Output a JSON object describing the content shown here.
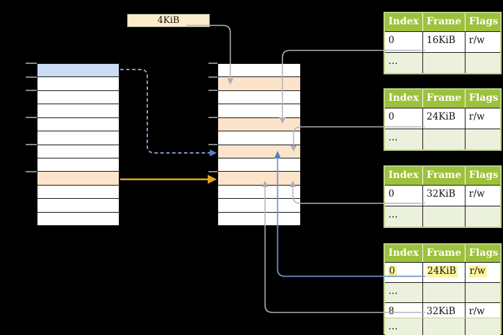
{
  "diagram": {
    "page_size_label": "4KiB",
    "virtual_memory_column": {
      "rows": [
        "blue",
        "white",
        "white",
        "white",
        "white",
        "white",
        "white",
        "white",
        "orange",
        "white",
        "white",
        "white"
      ]
    },
    "physical_memory_column": {
      "rows": [
        "white",
        "orange",
        "white",
        "white",
        "orange",
        "white",
        "orange",
        "white",
        "orange",
        "white",
        "white",
        "white"
      ]
    },
    "page_tables": [
      {
        "headers": [
          "Index",
          "Frame",
          "Flags"
        ],
        "rows": [
          {
            "cells": [
              "0",
              "16KiB",
              "r/w"
            ],
            "variant": "white",
            "highlight": false
          },
          {
            "cells": [
              "…",
              "",
              ""
            ],
            "variant": "green",
            "highlight": false
          }
        ]
      },
      {
        "headers": [
          "Index",
          "Frame",
          "Flags"
        ],
        "rows": [
          {
            "cells": [
              "0",
              "24KiB",
              "r/w"
            ],
            "variant": "white",
            "highlight": false
          },
          {
            "cells": [
              "…",
              "",
              ""
            ],
            "variant": "green",
            "highlight": false
          }
        ]
      },
      {
        "headers": [
          "Index",
          "Frame",
          "Flags"
        ],
        "rows": [
          {
            "cells": [
              "0",
              "32KiB",
              "r/w"
            ],
            "variant": "white",
            "highlight": false
          },
          {
            "cells": [
              "…",
              "",
              ""
            ],
            "variant": "green",
            "highlight": false
          }
        ]
      },
      {
        "headers": [
          "Index",
          "Frame",
          "Flags"
        ],
        "rows": [
          {
            "cells": [
              "0",
              "24KiB",
              "r/w"
            ],
            "variant": "white",
            "highlight": true
          },
          {
            "cells": [
              "…",
              "",
              ""
            ],
            "variant": "green",
            "highlight": false
          },
          {
            "cells": [
              "8",
              "32KiB",
              "r/w"
            ],
            "variant": "white",
            "highlight": false
          },
          {
            "cells": [
              "…",
              "",
              ""
            ],
            "variant": "green",
            "highlight": false
          }
        ]
      }
    ],
    "colors": {
      "page_fill_blue": "#CBDCF4",
      "frame_fill_orange": "#FCE4CB",
      "table_header_green": "#9CC13C",
      "table_row_green": "#ECF1DE",
      "table_border_green": "#BCD389",
      "highlight_yellow": "#FAF49E",
      "label_box_cream": "#FBEDCB",
      "arrow_gray": "#B4B4BC",
      "arrow_gray_head": "#ADADB6",
      "arrow_blue_dashed": "#93B0D8",
      "arrow_blue_solid": "#7491CA",
      "arrow_blue_head": "#5B7FC0",
      "arrow_orange": "#E6A321",
      "tick_gray": "#8A8A8A"
    }
  }
}
